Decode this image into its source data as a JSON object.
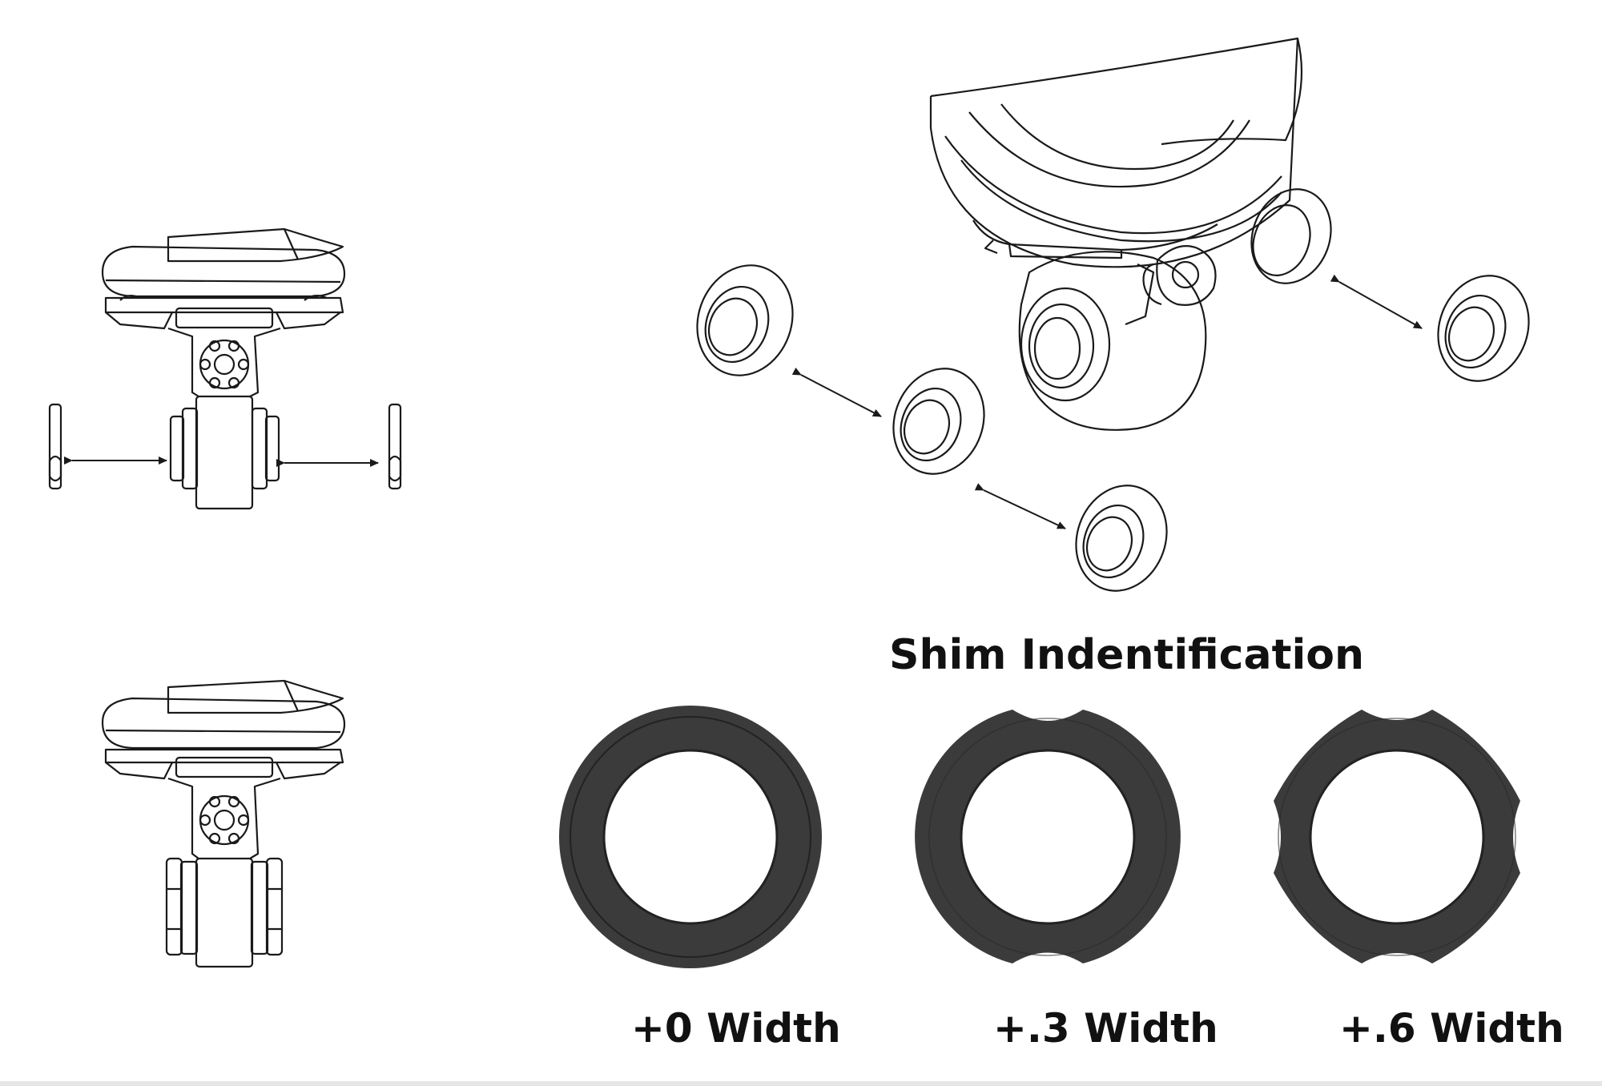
{
  "title": "Shim Indentification",
  "shims": [
    {
      "label": "+0 Width"
    },
    {
      "label": "+.3 Width"
    },
    {
      "label": "+.6 Width"
    }
  ],
  "colors": {
    "line": "#1a1a1a",
    "shim_fill": "#3b3b3b",
    "shim_inner": "#464646",
    "background": "#ffffff"
  },
  "icons": [
    "gimbal-front-exploded-icon",
    "gimbal-front-assembled-icon",
    "gimbal-isometric-exploded-icon",
    "shim-ring-icon"
  ]
}
